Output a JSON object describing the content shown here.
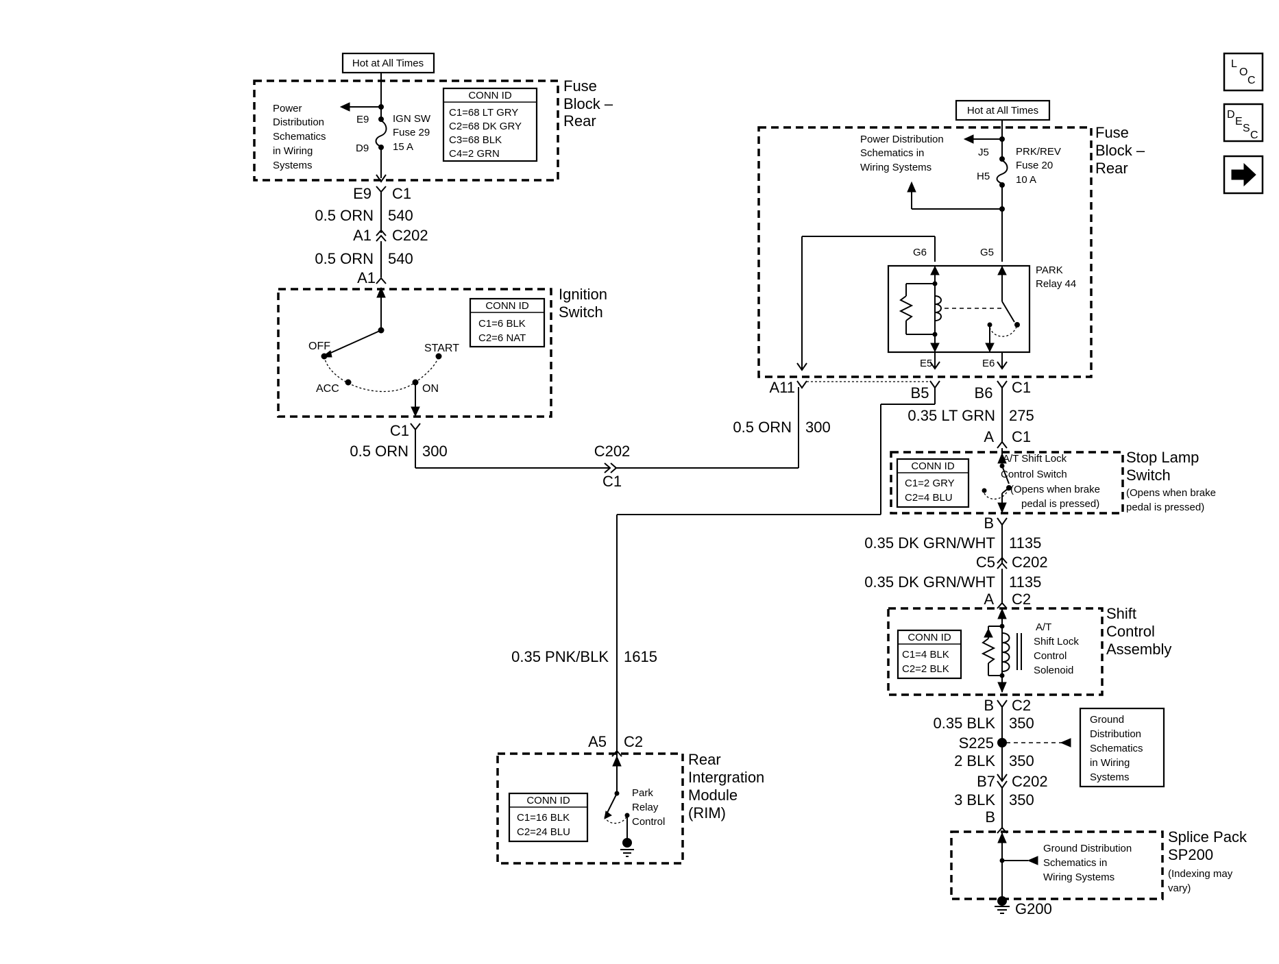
{
  "nav": {
    "loc": {
      "l1": "L",
      "l2": "O",
      "l3": "C"
    },
    "desc": {
      "l1": "D",
      "l2": "E",
      "l3": "S",
      "l4": "C"
    }
  },
  "hot": {
    "left": "Hot at All Times",
    "right": "Hot at All Times"
  },
  "fuse_left": {
    "title1": "Fuse",
    "title2": "Block –",
    "title3": "Rear",
    "ref1": "Power",
    "ref2": "Distribution",
    "ref3": "Schematics",
    "ref4": "in Wiring",
    "ref5": "Systems",
    "pin_top": "E9",
    "pin_bot": "D9",
    "fuse1": "IGN SW",
    "fuse2": "Fuse 29",
    "fuse3": "15 A",
    "conn": {
      "title": "CONN ID",
      "l1": "C1=68 LT GRY",
      "l2": "C2=68 DK GRY",
      "l3": "C3=68 BLK",
      "l4": "C4=2 GRN"
    }
  },
  "wire_left": {
    "c1_pin": "E9",
    "c1": "C1",
    "w1_color": "0.5 ORN",
    "w1_num": "540",
    "c202_pin": "A1",
    "c202": "C202",
    "w2_color": "0.5 ORN",
    "w2_num": "540",
    "ign_pin": "A1"
  },
  "ignition": {
    "title1": "Ignition",
    "title2": "Switch",
    "off": "OFF",
    "start": "START",
    "acc": "ACC",
    "on": "ON",
    "conn": {
      "title": "CONN ID",
      "l1": "C1=6 BLK",
      "l2": "C2=6 NAT"
    }
  },
  "wire_300": {
    "c1": "C1",
    "color": "0.5 ORN",
    "num": "300",
    "c202_top": "C202",
    "c202_bot": "C1",
    "r_color": "0.5 ORN",
    "r_num": "300"
  },
  "fuse_right": {
    "title1": "Fuse",
    "title2": "Block –",
    "title3": "Rear",
    "ref1": "Power Distribution",
    "ref2": "Schematics in",
    "ref3": "Wiring Systems",
    "pin_top": "J5",
    "pin_bot": "H5",
    "fuse1": "PRK/REV",
    "fuse2": "Fuse 20",
    "fuse3": "10 A",
    "g6": "G6",
    "g5": "G5",
    "relay1": "PARK",
    "relay2": "Relay 44",
    "e5": "E5",
    "e6": "E6",
    "a11": "A11",
    "b5": "B5",
    "b6": "B6",
    "c1": "C1"
  },
  "wire_right": {
    "ltgrn_color": "0.35 LT GRN",
    "ltgrn_num": "275",
    "sl_pin_a": "A",
    "sl_c1": "C1",
    "sl_pin_b": "B",
    "w1_color": "0.35 DK GRN/WHT",
    "w1_num": "1135",
    "c202_pin": "C5",
    "c202": "C202",
    "w2_color": "0.35 DK GRN/WHT",
    "w2_num": "1135",
    "sc_pin_a": "A",
    "sc_c2": "C2",
    "sc_pin_b": "B",
    "sc_c2b": "C2",
    "blk1_color": "0.35 BLK",
    "blk1_num": "350",
    "splice": "S225",
    "blk2_color": "2 BLK",
    "blk2_num": "350",
    "b7_pin": "B7",
    "b7_c202": "C202",
    "blk3_color": "3 BLK",
    "blk3_num": "350",
    "sp_pin": "B",
    "ground": "G200"
  },
  "stop_lamp": {
    "title1": "Stop Lamp",
    "title2": "Switch",
    "note1": "(Opens when brake",
    "note2": "pedal is pressed)",
    "inner1": "A/T Shift Lock",
    "inner2": "Control Switch",
    "inner3": "(Opens when brake",
    "inner4": "pedal is pressed)",
    "conn": {
      "title": "CONN ID",
      "l1": "C1=2 GRY",
      "l2": "C2=4 BLU"
    }
  },
  "shift": {
    "title1": "Shift",
    "title2": "Control",
    "title3": "Assembly",
    "sol1": "A/T",
    "sol2": "Shift Lock",
    "sol3": "Control",
    "sol4": "Solenoid",
    "conn": {
      "title": "CONN ID",
      "l1": "C1=4 BLK",
      "l2": "C2=2 BLK"
    }
  },
  "ground_ref": {
    "l1": "Ground",
    "l2": "Distribution",
    "l3": "Schematics",
    "l4": "in Wiring",
    "l5": "Systems"
  },
  "splice_pack": {
    "title1": "Splice Pack",
    "title2": "SP200",
    "note1": "(Indexing may",
    "note2": "vary)",
    "ref1": "Ground Distribution",
    "ref2": "Schematics in",
    "ref3": "Wiring Systems"
  },
  "rim": {
    "wire_color": "0.35 PNK/BLK",
    "wire_num": "1615",
    "pin": "A5",
    "conn_c": "C2",
    "title1": "Rear",
    "title2": "Intergration",
    "title3": "Module",
    "title4": "(RIM)",
    "ctrl1": "Park",
    "ctrl2": "Relay",
    "ctrl3": "Control",
    "conn": {
      "title": "CONN ID",
      "l1": "C1=16 BLK",
      "l2": "C2=24 BLU"
    }
  }
}
